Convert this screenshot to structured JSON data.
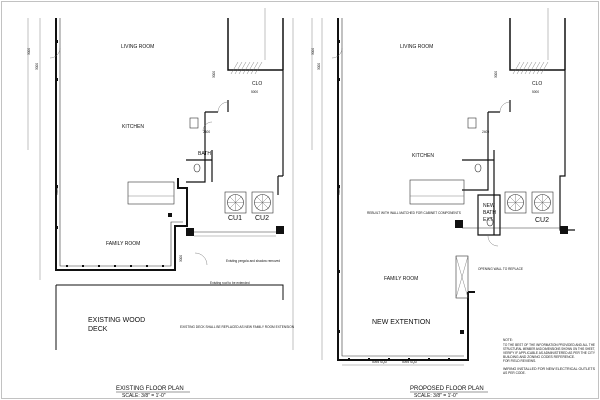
{
  "existing_plan": {
    "rooms": {
      "living_room": "LIVING ROOM",
      "kitchen": "KITCHEN",
      "bath": "BATH",
      "clo": "CLO",
      "family_room": "FAMILY ROOM",
      "deck_line1": "EXISTING WOOD",
      "deck_line2": "DECK"
    },
    "units": [
      "CU1",
      "CU2"
    ],
    "dimensions": [
      "3000",
      "3000",
      "5000",
      "2400",
      "3000",
      "3000",
      "3000"
    ],
    "notes": {
      "pergola": "Existing pergola and shadow removed",
      "roofing": "Existing roof to be extended",
      "deck": "EXISTING DECK SHALL BE REPLACED AS NEW FAMILY ROOM EXTENSION"
    },
    "title": "EXISTING FLOOR PLAN",
    "scale": "SCALE: 3/8\" = 1'-0\""
  },
  "proposed_plan": {
    "rooms": {
      "living_room": "LIVING ROOM",
      "kitchen": "KITCHEN",
      "clo": "CLO",
      "new_bath_line1": "NEW",
      "new_bath_line2": "BATH",
      "new_bath_line3": "EXT.",
      "family_room": "FAMILY ROOM",
      "new_extension": "NEW EXTENTION"
    },
    "units": [
      "CU2"
    ],
    "dimensions": [
      "3000",
      "3000",
      "5000",
      "2400",
      "3000",
      "3000"
    ],
    "bottom_dimensions": [
      "5095 SQD",
      "5095 SQD"
    ],
    "notes": {
      "rebuilt": "REBUILT WITH WALL MATCHED FOR CABINET COMPONENTS",
      "opening": "OPENING WALL TO REPLACE"
    },
    "title": "PROPOSED FLOOR PLAN",
    "scale": "SCALE: 3/8\" = 1'-0\""
  },
  "general_note": {
    "heading": "NOTE:",
    "lines": [
      "TO THE BEST OF THE INFORMATION PROVIDED AND ALL THE",
      "STRUCTURAL MEMBER AND DIMENSIONS SHOWN ON THIS SHEET,",
      "VERIFY IF APPLICABLE AS ADMINISTERED AS PER THE CITY",
      "BUILDING AND ZONING CODES REFERENCE.",
      "FOR FIELD REVIEWS.",
      "WIRING INSTALLED FOR NEW ELECTRICAL OUTLETS",
      "AS PER CODE."
    ]
  }
}
